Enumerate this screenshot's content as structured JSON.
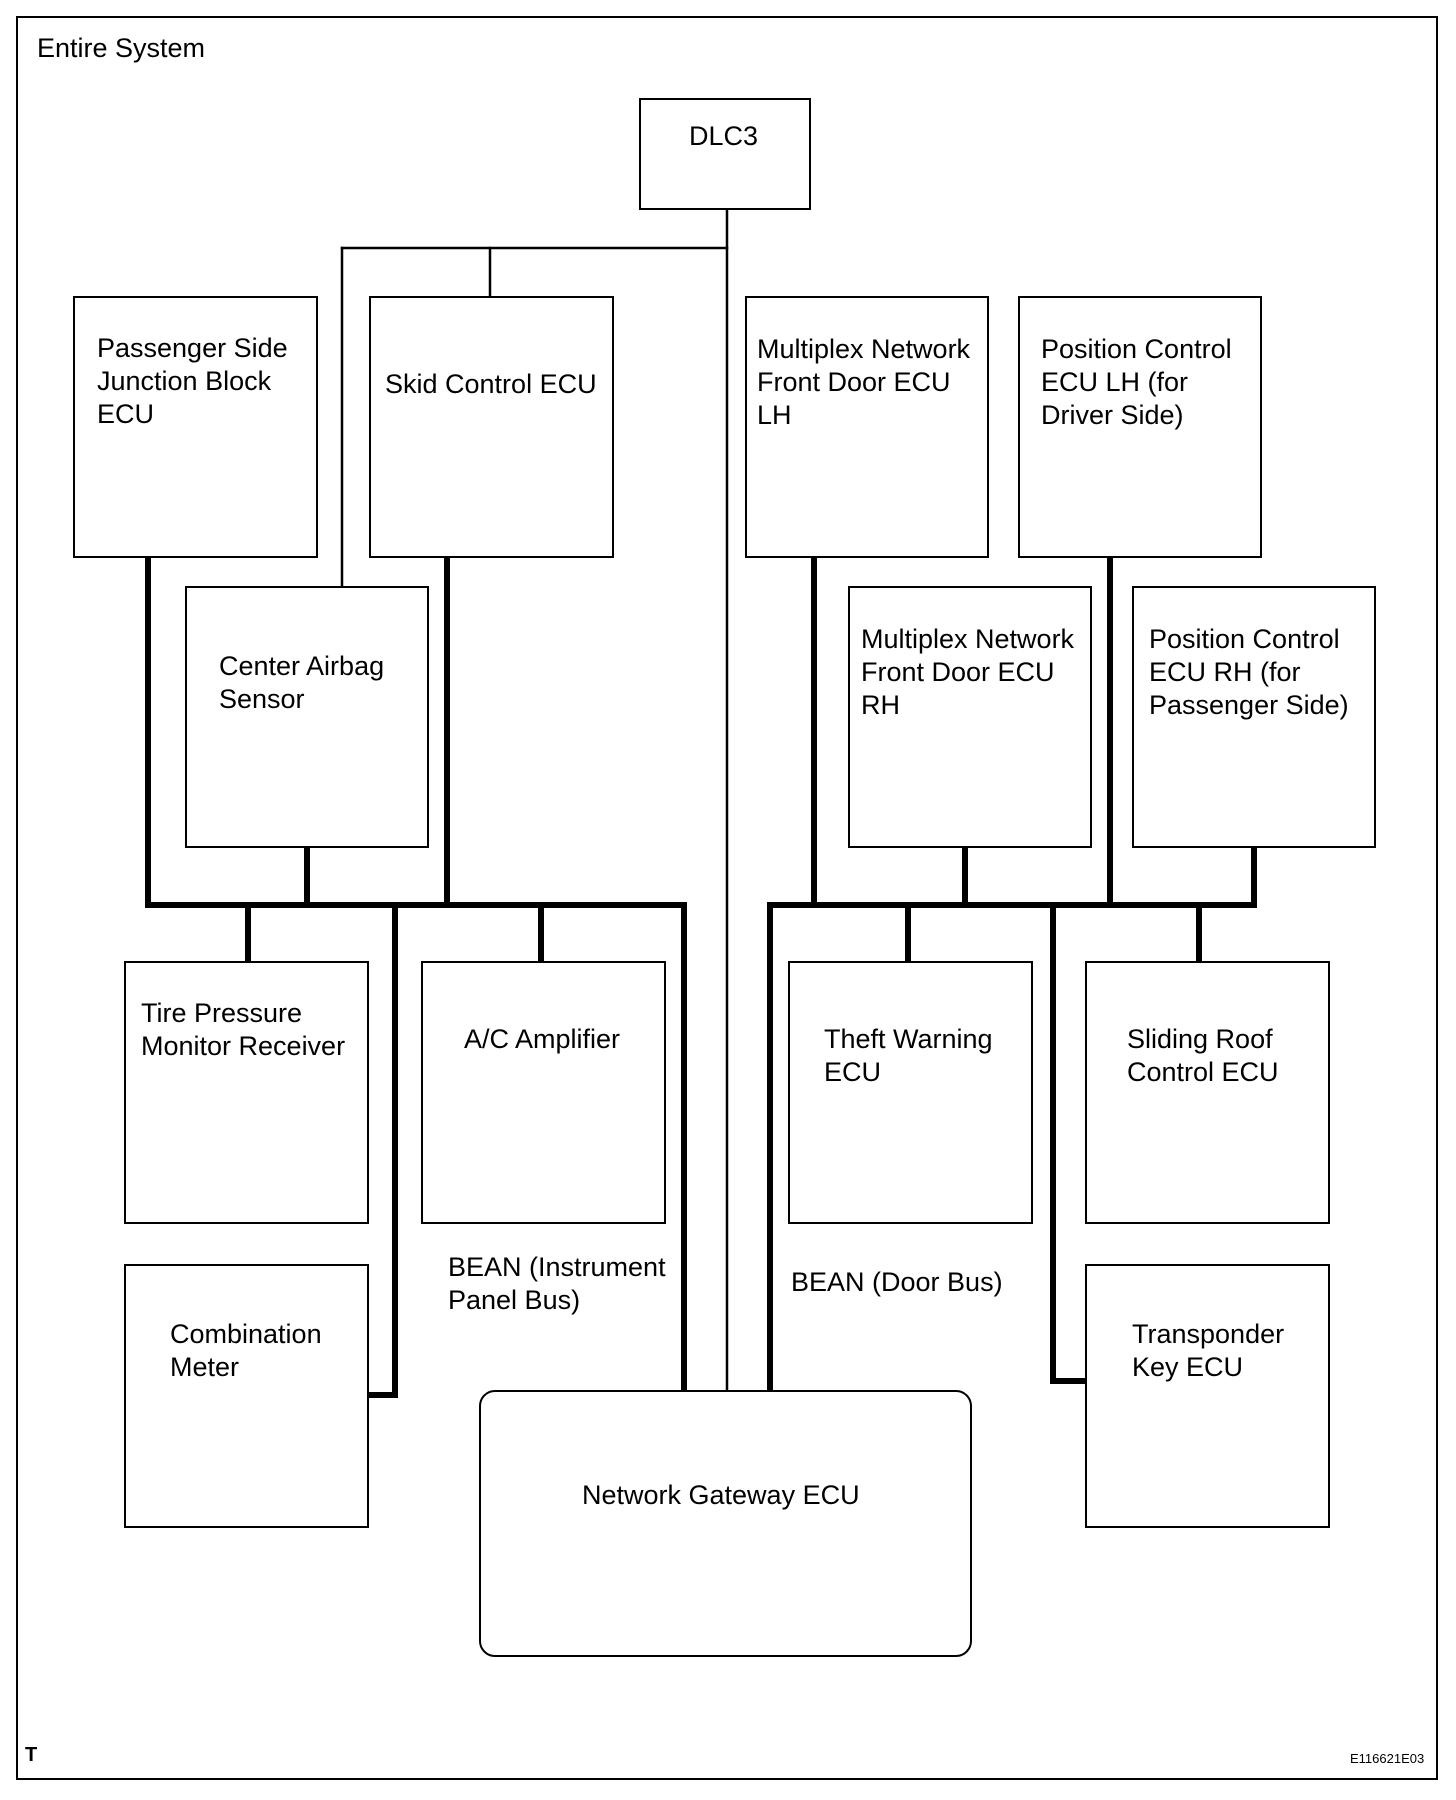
{
  "title": "Entire System",
  "corner_mark": "T",
  "figure_code": "E116621E03",
  "buses": {
    "instrument_panel": "BEAN (Instrument\nPanel Bus)",
    "door": "BEAN (Door Bus)"
  },
  "nodes": {
    "dlc3": "DLC3",
    "passenger_side_jb_ecu": "Passenger Side\nJunction Block\nECU",
    "skid_control_ecu": "Skid Control ECU",
    "center_airbag_sensor": "Center Airbag\nSensor",
    "multiplex_front_door_lh": "Multiplex Network\nFront Door ECU\nLH",
    "position_control_lh": "Position Control\nECU LH (for\nDriver Side)",
    "multiplex_front_door_rh": "Multiplex Network\nFront Door ECU\nRH",
    "position_control_rh": "Position Control\nECU RH (for\nPassenger Side)",
    "tire_pressure_monitor": "Tire Pressure\nMonitor Receiver",
    "ac_amplifier": "A/C Amplifier",
    "theft_warning_ecu": "Theft Warning\nECU",
    "sliding_roof_ecu": "Sliding Roof\nControl ECU",
    "combination_meter": "Combination\nMeter",
    "transponder_key_ecu": "Transponder\nKey ECU",
    "network_gateway_ecu": "Network Gateway ECU"
  }
}
